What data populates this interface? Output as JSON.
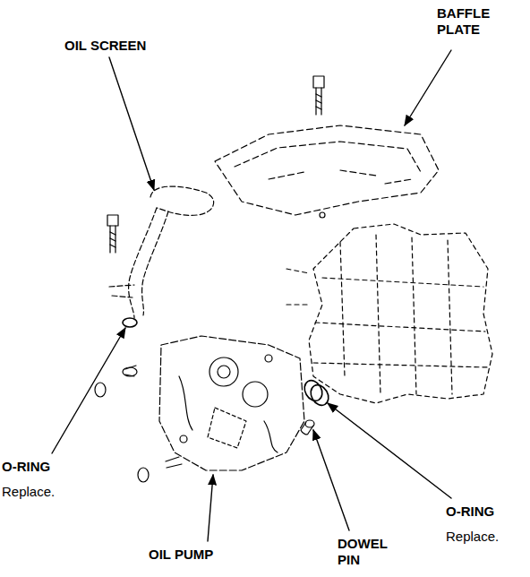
{
  "diagram": {
    "labels": [
      "OIL SCREEN",
      "BAFFLE PLATE",
      "O-RING",
      "Replace.",
      "OIL PUMP",
      "DOWEL PIN",
      "O-RING",
      "Replace."
    ]
  }
}
